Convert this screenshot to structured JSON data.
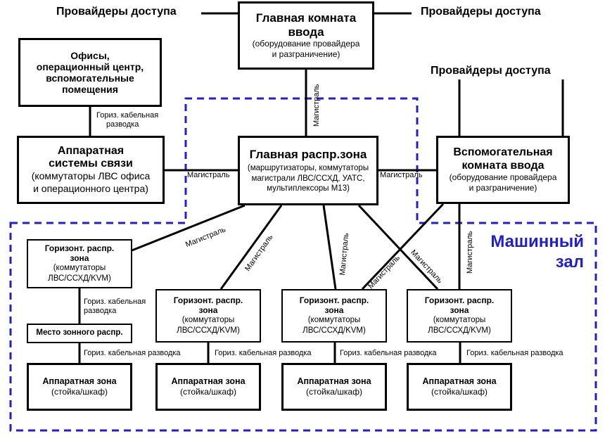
{
  "providers": {
    "left": "Провайдеры доступа",
    "right": "Провайдеры доступа",
    "secondary": "Провайдеры доступа"
  },
  "boxes": {
    "main_entrance": {
      "title_line1": "Главная комната",
      "title_line2": "ввода",
      "sub_line1": "(оборудование провайдера",
      "sub_line2": "и разграничение)"
    },
    "offices": {
      "line1": "Офисы,",
      "line2": "операционный центр,",
      "line3": "вспомогательные",
      "line4": "помещения"
    },
    "telecom_room": {
      "title_line1": "Аппаратная",
      "title_line2": "системы связи",
      "sub_line1": "(коммутаторы ЛВС офиса",
      "sub_line2": "и операционного центра)"
    },
    "mda": {
      "title": "Главная распр.зона",
      "sub_line1": "(маршрутизаторы, коммутаторы",
      "sub_line2": "магистрали ЛВС/ССХД, УАТС,",
      "sub_line3": "мультиплексоры М13)"
    },
    "secondary_entrance": {
      "title_line1": "Вспомогательная",
      "title_line2": "комната ввода",
      "sub_line1": "(оборудование провайдера",
      "sub_line2": "и разграничение)"
    },
    "hda": {
      "title_line1": "Горизонт. распр.",
      "title_line2": "зона",
      "sub_line1": "(коммутаторы",
      "sub_line2": "ЛВС/ССХД/KVM)"
    },
    "zda": {
      "title": "Место зонного распр."
    },
    "eda": {
      "title": "Аппаратная зона",
      "sub": "(стойка/шкаф)"
    }
  },
  "labels": {
    "horizontal_cabling": "Гориз. кабельная разводка",
    "horizontal_cabling_l1": "Гориз. кабельная",
    "horizontal_cabling_l2": "разводка",
    "backbone": "Магистраль"
  },
  "zone": {
    "title_line1": "Машинный",
    "title_line2": "зал"
  },
  "colors": {
    "line": "#000000",
    "dashed": "#1f1fd1"
  }
}
